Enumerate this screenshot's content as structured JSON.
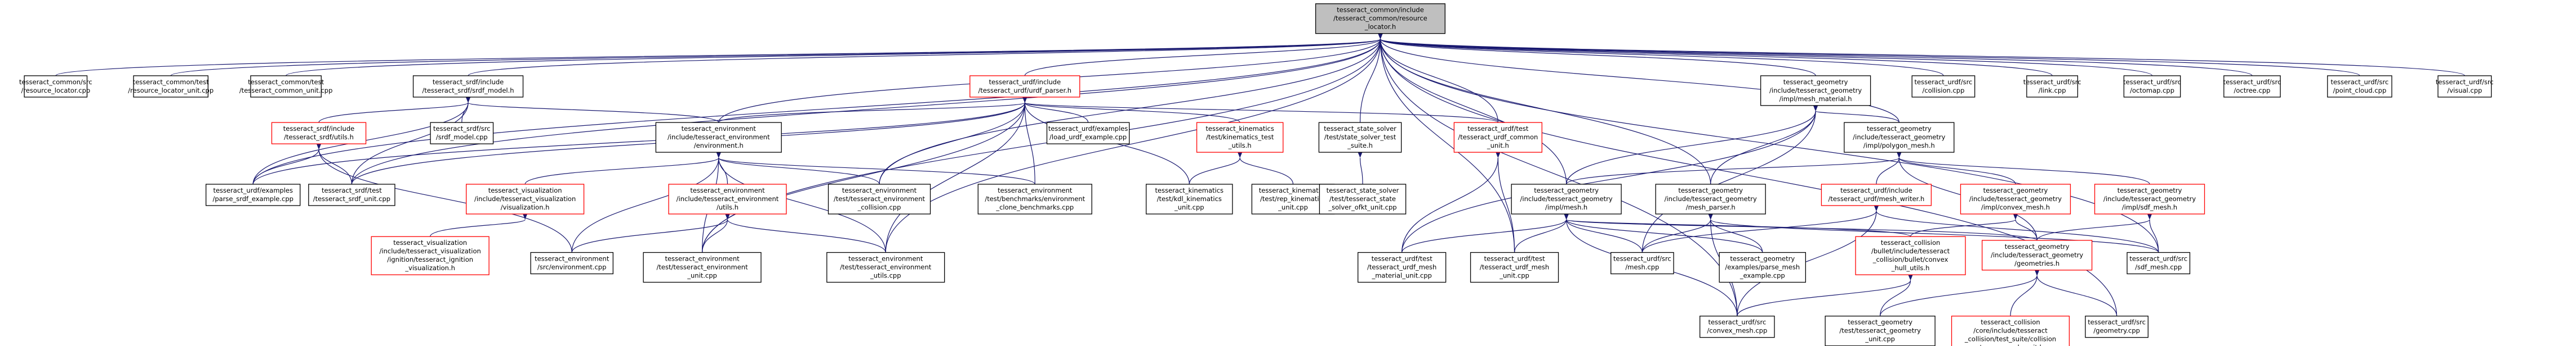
{
  "colors": {
    "edge": "#191970",
    "node_border_default": "#000000",
    "node_border_linked": "#ff0000",
    "root_fill": "#bfbfbf",
    "node_fill": "#ffffff"
  },
  "nodes": [
    {
      "id": "root",
      "lines": [
        "tesseract_common/include",
        "/tesseract_common/resource",
        "_locator.h"
      ],
      "style": "root"
    },
    {
      "id": "n1",
      "lines": [
        "tesseract_common/src",
        "/resource_locator.cpp"
      ],
      "style": "plain"
    },
    {
      "id": "n2",
      "lines": [
        "tesseract_common/test",
        "/resource_locator_unit.cpp"
      ],
      "style": "plain"
    },
    {
      "id": "n3",
      "lines": [
        "tesseract_common/test",
        "/tesseract_common_unit.cpp"
      ],
      "style": "plain"
    },
    {
      "id": "n4",
      "lines": [
        "tesseract_srdf/include",
        "/tesseract_srdf/srdf_model.h"
      ],
      "style": "plain"
    },
    {
      "id": "n5",
      "lines": [
        "tesseract_urdf/include",
        "/tesseract_urdf/urdf_parser.h"
      ],
      "style": "red"
    },
    {
      "id": "n6",
      "lines": [
        "tesseract_geometry",
        "/include/tesseract_geometry",
        "/impl/mesh_material.h"
      ],
      "style": "plain"
    },
    {
      "id": "n7",
      "lines": [
        "tesseract_urdf/src",
        "/collision.cpp"
      ],
      "style": "plain"
    },
    {
      "id": "n8",
      "lines": [
        "tesseract_urdf/src",
        "/link.cpp"
      ],
      "style": "plain"
    },
    {
      "id": "n9",
      "lines": [
        "tesseract_urdf/src",
        "/octomap.cpp"
      ],
      "style": "plain"
    },
    {
      "id": "n10",
      "lines": [
        "tesseract_urdf/src",
        "/octree.cpp"
      ],
      "style": "plain"
    },
    {
      "id": "n11",
      "lines": [
        "tesseract_urdf/src",
        "/point_cloud.cpp"
      ],
      "style": "plain"
    },
    {
      "id": "n12",
      "lines": [
        "tesseract_urdf/src",
        "/visual.cpp"
      ],
      "style": "plain"
    },
    {
      "id": "n13",
      "lines": [
        "tesseract_srdf/include",
        "/tesseract_srdf/utils.h"
      ],
      "style": "red"
    },
    {
      "id": "n14",
      "lines": [
        "tesseract_srdf/src",
        "/srdf_model.cpp"
      ],
      "style": "plain"
    },
    {
      "id": "n15",
      "lines": [
        "tesseract_environment",
        "/include/tesseract_environment",
        "/environment.h"
      ],
      "style": "plain"
    },
    {
      "id": "n16",
      "lines": [
        "tesseract_urdf/examples",
        "/load_urdf_example.cpp"
      ],
      "style": "plain"
    },
    {
      "id": "n17",
      "lines": [
        "tesseract_kinematics",
        "/test/kinematics_test",
        "_utils.h"
      ],
      "style": "red"
    },
    {
      "id": "n18",
      "lines": [
        "tesseract_state_solver",
        "/test/state_solver_test",
        "_suite.h"
      ],
      "style": "plain"
    },
    {
      "id": "n19",
      "lines": [
        "tesseract_urdf/test",
        "/tesseract_urdf_common",
        "_unit.h"
      ],
      "style": "red"
    },
    {
      "id": "n20",
      "lines": [
        "tesseract_geometry",
        "/include/tesseract_geometry",
        "/impl/polygon_mesh.h"
      ],
      "style": "plain"
    },
    {
      "id": "n21",
      "lines": [
        "tesseract_urdf/examples",
        "/parse_srdf_example.cpp"
      ],
      "style": "plain"
    },
    {
      "id": "n22",
      "lines": [
        "tesseract_srdf/test",
        "/tesseract_srdf_unit.cpp"
      ],
      "style": "plain"
    },
    {
      "id": "n23",
      "lines": [
        "tesseract_visualization",
        "/include/tesseract_visualization",
        "/visualization.h"
      ],
      "style": "red"
    },
    {
      "id": "n24",
      "lines": [
        "tesseract_environment",
        "/include/tesseract_environment",
        "/utils.h"
      ],
      "style": "red"
    },
    {
      "id": "n25",
      "lines": [
        "tesseract_environment",
        "/test/tesseract_environment",
        "_collision.cpp"
      ],
      "style": "plain"
    },
    {
      "id": "n26",
      "lines": [
        "tesseract_environment",
        "/test/benchmarks/environment",
        "_clone_benchmarks.cpp"
      ],
      "style": "plain"
    },
    {
      "id": "n27",
      "lines": [
        "tesseract_kinematics",
        "/test/kdl_kinematics",
        "_unit.cpp"
      ],
      "style": "plain"
    },
    {
      "id": "n28",
      "lines": [
        "tesseract_kinematics",
        "/test/rep_kinematics",
        "_unit.cpp"
      ],
      "style": "plain"
    },
    {
      "id": "n29",
      "lines": [
        "tesseract_state_solver",
        "/test/tesseract_state",
        "_solver_ofkt_unit.cpp"
      ],
      "style": "plain"
    },
    {
      "id": "n30",
      "lines": [
        "tesseract_geometry",
        "/include/tesseract_geometry",
        "/impl/mesh.h"
      ],
      "style": "plain"
    },
    {
      "id": "n31",
      "lines": [
        "tesseract_geometry",
        "/include/tesseract_geometry",
        "/mesh_parser.h"
      ],
      "style": "plain"
    },
    {
      "id": "n32",
      "lines": [
        "tesseract_urdf/include",
        "/tesseract_urdf/mesh_writer.h"
      ],
      "style": "red"
    },
    {
      "id": "n33",
      "lines": [
        "tesseract_geometry",
        "/include/tesseract_geometry",
        "/impl/convex_mesh.h"
      ],
      "style": "red"
    },
    {
      "id": "n34",
      "lines": [
        "tesseract_geometry",
        "/include/tesseract_geometry",
        "/impl/sdf_mesh.h"
      ],
      "style": "red"
    },
    {
      "id": "n35",
      "lines": [
        "tesseract_visualization",
        "/include/tesseract_visualization",
        "/ignition/tesseract_ignition",
        "_visualization.h"
      ],
      "style": "red"
    },
    {
      "id": "n36",
      "lines": [
        "tesseract_environment",
        "/src/environment.cpp"
      ],
      "style": "plain"
    },
    {
      "id": "n37",
      "lines": [
        "tesseract_environment",
        "/test/tesseract_environment",
        "_unit.cpp"
      ],
      "style": "plain"
    },
    {
      "id": "n38",
      "lines": [
        "tesseract_environment",
        "/test/tesseract_environment",
        "_utils.cpp"
      ],
      "style": "plain"
    },
    {
      "id": "n39",
      "lines": [
        "tesseract_urdf/test",
        "/tesseract_urdf_mesh",
        "_material_unit.cpp"
      ],
      "style": "plain"
    },
    {
      "id": "n40",
      "lines": [
        "tesseract_urdf/test",
        "/tesseract_urdf_mesh",
        "_unit.cpp"
      ],
      "style": "plain"
    },
    {
      "id": "n41",
      "lines": [
        "tesseract_urdf/src",
        "/mesh.cpp"
      ],
      "style": "plain"
    },
    {
      "id": "n42",
      "lines": [
        "tesseract_geometry",
        "/examples/parse_mesh",
        "_example.cpp"
      ],
      "style": "plain"
    },
    {
      "id": "n43",
      "lines": [
        "tesseract_collision",
        "/bullet/include/tesseract",
        "_collision/bullet/convex",
        "_hull_utils.h"
      ],
      "style": "red"
    },
    {
      "id": "n44",
      "lines": [
        "tesseract_geometry",
        "/include/tesseract_geometry",
        "/geometries.h"
      ],
      "style": "red"
    },
    {
      "id": "n45",
      "lines": [
        "tesseract_urdf/src",
        "/sdf_mesh.cpp"
      ],
      "style": "plain"
    },
    {
      "id": "n46",
      "lines": [
        "tesseract_urdf/src",
        "/convex_mesh.cpp"
      ],
      "style": "plain"
    },
    {
      "id": "n47",
      "lines": [
        "tesseract_geometry",
        "/test/tesseract_geometry",
        "_unit.cpp"
      ],
      "style": "plain"
    },
    {
      "id": "n48",
      "lines": [
        "tesseract_collision",
        "/core/include/tesseract",
        "_collision/test_suite/collision",
        "_octomap_mesh_unit.hpp"
      ],
      "style": "red"
    },
    {
      "id": "n49",
      "lines": [
        "tesseract_urdf/src",
        "/geometry.cpp"
      ],
      "style": "plain"
    }
  ],
  "edges": [
    [
      "root",
      "n1"
    ],
    [
      "root",
      "n2"
    ],
    [
      "root",
      "n3"
    ],
    [
      "root",
      "n4"
    ],
    [
      "root",
      "n5"
    ],
    [
      "root",
      "n6"
    ],
    [
      "root",
      "n7"
    ],
    [
      "root",
      "n8"
    ],
    [
      "root",
      "n9"
    ],
    [
      "root",
      "n10"
    ],
    [
      "root",
      "n11"
    ],
    [
      "root",
      "n12"
    ],
    [
      "root",
      "n15"
    ],
    [
      "root",
      "n18"
    ],
    [
      "root",
      "n19"
    ],
    [
      "root",
      "n20"
    ],
    [
      "root",
      "n21"
    ],
    [
      "root",
      "n22"
    ],
    [
      "root",
      "n25"
    ],
    [
      "root",
      "n30"
    ],
    [
      "root",
      "n31"
    ],
    [
      "root",
      "n37"
    ],
    [
      "root",
      "n38"
    ],
    [
      "root",
      "n40"
    ],
    [
      "root",
      "n45"
    ],
    [
      "root",
      "n46"
    ],
    [
      "root",
      "n49"
    ],
    [
      "n4",
      "n13"
    ],
    [
      "n4",
      "n14"
    ],
    [
      "n4",
      "n15"
    ],
    [
      "n4",
      "n21"
    ],
    [
      "n4",
      "n22"
    ],
    [
      "n13",
      "n21"
    ],
    [
      "n13",
      "n22"
    ],
    [
      "n13",
      "n36"
    ],
    [
      "n5",
      "n15"
    ],
    [
      "n5",
      "n16"
    ],
    [
      "n5",
      "n17"
    ],
    [
      "n5",
      "n19"
    ],
    [
      "n5",
      "n21"
    ],
    [
      "n5",
      "n22"
    ],
    [
      "n5",
      "n25"
    ],
    [
      "n5",
      "n26"
    ],
    [
      "n5",
      "n27"
    ],
    [
      "n5",
      "n37"
    ],
    [
      "n5",
      "n38"
    ],
    [
      "n15",
      "n23"
    ],
    [
      "n15",
      "n24"
    ],
    [
      "n15",
      "n25"
    ],
    [
      "n15",
      "n26"
    ],
    [
      "n15",
      "n36"
    ],
    [
      "n15",
      "n37"
    ],
    [
      "n15",
      "n38"
    ],
    [
      "n23",
      "n35"
    ],
    [
      "n24",
      "n36"
    ],
    [
      "n24",
      "n37"
    ],
    [
      "n24",
      "n38"
    ],
    [
      "n17",
      "n27"
    ],
    [
      "n17",
      "n28"
    ],
    [
      "n18",
      "n29"
    ],
    [
      "n19",
      "n39"
    ],
    [
      "n19",
      "n40"
    ],
    [
      "n6",
      "n20"
    ],
    [
      "n6",
      "n30"
    ],
    [
      "n6",
      "n31"
    ],
    [
      "n6",
      "n39"
    ],
    [
      "n6",
      "n41"
    ],
    [
      "n20",
      "n30"
    ],
    [
      "n20",
      "n32"
    ],
    [
      "n20",
      "n33"
    ],
    [
      "n20",
      "n34"
    ],
    [
      "n20",
      "n44"
    ],
    [
      "n30",
      "n39"
    ],
    [
      "n30",
      "n40"
    ],
    [
      "n30",
      "n41"
    ],
    [
      "n30",
      "n42"
    ],
    [
      "n30",
      "n43"
    ],
    [
      "n30",
      "n44"
    ],
    [
      "n30",
      "n46"
    ],
    [
      "n31",
      "n41"
    ],
    [
      "n31",
      "n42"
    ],
    [
      "n31",
      "n45"
    ],
    [
      "n31",
      "n46"
    ],
    [
      "n32",
      "n41"
    ],
    [
      "n32",
      "n45"
    ],
    [
      "n32",
      "n46"
    ],
    [
      "n33",
      "n43"
    ],
    [
      "n33",
      "n44"
    ],
    [
      "n34",
      "n44"
    ],
    [
      "n34",
      "n45"
    ],
    [
      "n43",
      "n46"
    ],
    [
      "n43",
      "n47"
    ],
    [
      "n44",
      "n47"
    ],
    [
      "n44",
      "n48"
    ],
    [
      "n44",
      "n49"
    ]
  ]
}
